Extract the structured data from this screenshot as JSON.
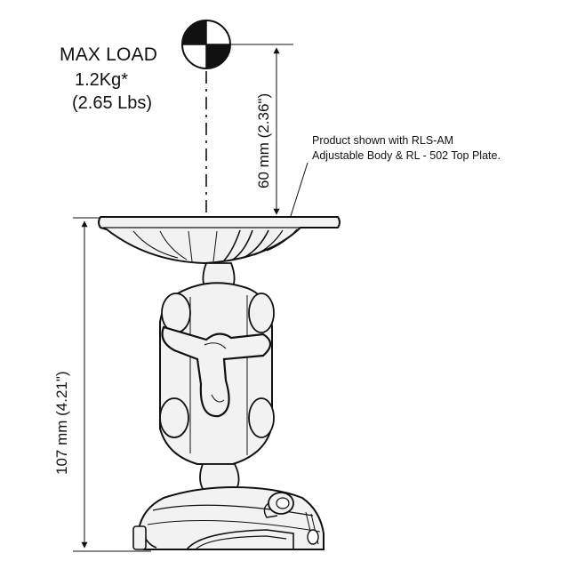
{
  "load": {
    "title": "MAX LOAD",
    "metric": "1.2Kg*",
    "imperial": "(2.65 Lbs)"
  },
  "dimensions": {
    "top_height": "60 mm (2.36\")",
    "total_height": "107 mm (4.21\")"
  },
  "note": {
    "line1": "Product shown with RLS-AM",
    "line2": "Adjustable Body & RL - 502 Top Plate."
  },
  "icons": {
    "center_of_gravity": "center-of-gravity-icon"
  }
}
